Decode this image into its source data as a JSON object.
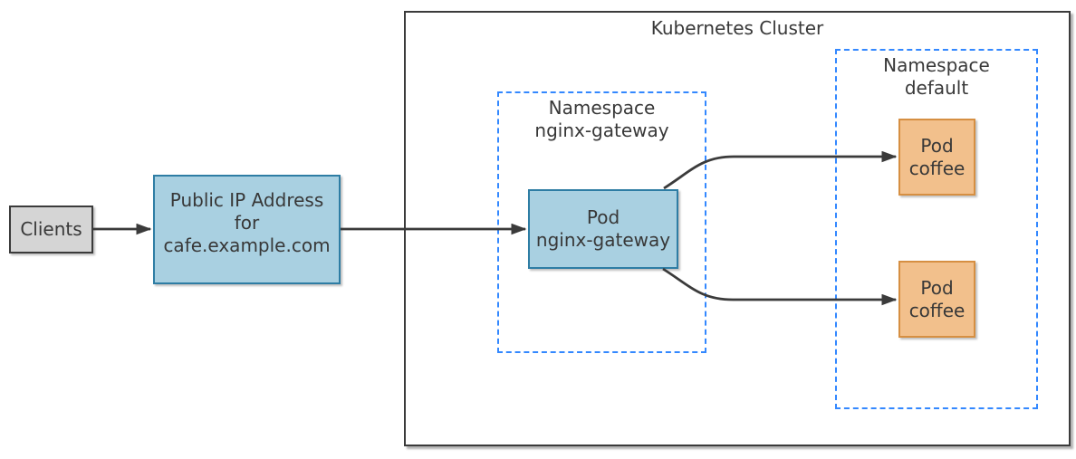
{
  "nodes": {
    "clients": {
      "label": "Clients"
    },
    "public_ip": {
      "line1": "Public IP Address",
      "line2": "for",
      "line3": "cafe.example.com"
    },
    "cluster": {
      "title": "Kubernetes Cluster"
    },
    "namespace_nginx_gateway": {
      "line1": "Namespace",
      "line2": "nginx-gateway"
    },
    "pod_nginx_gateway": {
      "line1": "Pod",
      "line2": "nginx-gateway"
    },
    "namespace_default": {
      "line1": "Namespace",
      "line2": "default"
    },
    "pod_coffee_top": {
      "line1": "Pod",
      "line2": "coffee"
    },
    "pod_coffee_bottom": {
      "line1": "Pod",
      "line2": "coffee"
    }
  },
  "edges": [
    {
      "from": "Clients",
      "to": "Public IP Address for cafe.example.com"
    },
    {
      "from": "Public IP Address for cafe.example.com",
      "to": "Pod nginx-gateway"
    },
    {
      "from": "Pod nginx-gateway",
      "to": "Pod coffee (top)"
    },
    {
      "from": "Pod nginx-gateway",
      "to": "Pod coffee (bottom)"
    }
  ],
  "colors": {
    "arrow": "#3b3b3b",
    "text": "#383838",
    "namespace_dashed_border": "#3388ff",
    "blue_node_fill": "#a9d0e1",
    "blue_node_stroke": "#2e7da4",
    "orange_node_fill": "#f2c08c",
    "orange_node_stroke": "#d68f42",
    "gray_node_fill": "#d5d5d5",
    "cluster_stroke": "#3b3b3b"
  }
}
